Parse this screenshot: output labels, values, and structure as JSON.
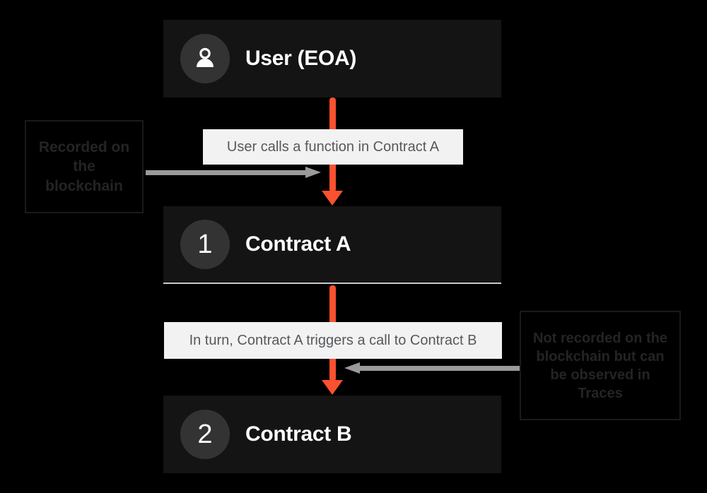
{
  "nodes": [
    {
      "id": "user",
      "icon": "user-icon",
      "label": "User (EOA)"
    },
    {
      "id": "contract-a",
      "badge": "1",
      "label": "Contract A"
    },
    {
      "id": "contract-b",
      "badge": "2",
      "label": "Contract B"
    }
  ],
  "captions": [
    {
      "id": "caption-user-calls",
      "text": "User calls a function in Contract A"
    },
    {
      "id": "caption-contract-call",
      "text": "In turn, Contract A triggers a call to Contract B"
    }
  ],
  "callouts": [
    {
      "id": "callout-recorded",
      "text": "Recorded on the blockchain"
    },
    {
      "id": "callout-not-recorded",
      "text": "Not recorded on the blockchain but can be observed in Traces"
    }
  ],
  "colors": {
    "page_background": "#000000",
    "card_background": "#141414",
    "badge_background": "#333333",
    "arrow_orange": "#FA5130",
    "arrow_gray": "#9A9A9A",
    "caption_background": "#F2F2F2",
    "caption_text": "#56595C",
    "callout_text": "#242424",
    "node_text": "#FFFFFF",
    "rule": "#C9C9C9"
  }
}
